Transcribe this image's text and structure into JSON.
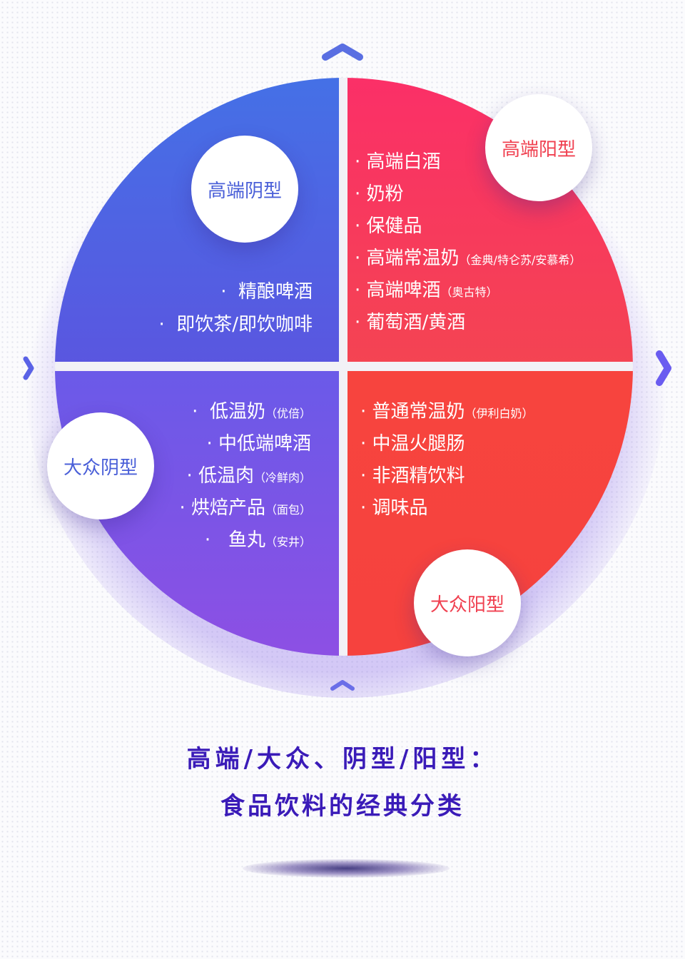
{
  "colors": {
    "top_left": "#4a68e3",
    "bottom_left": "#7a55e6",
    "top_right": "#f43c5c",
    "bottom_right": "#f84a3c",
    "caption": "#3a1bb8",
    "label_blue": "#4a5fd8",
    "label_red": "#f04050"
  },
  "quadrants": {
    "top_left": {
      "label": "高端阴型",
      "items": [
        {
          "bullet": "·",
          "text": "精酿啤酒",
          "note": ""
        },
        {
          "bullet": "·",
          "text": "即饮茶/即饮咖啡",
          "note": ""
        }
      ]
    },
    "top_right": {
      "label": "高端阳型",
      "items": [
        {
          "bullet": "·",
          "text": "高端白酒",
          "note": ""
        },
        {
          "bullet": "·",
          "text": "奶粉",
          "note": ""
        },
        {
          "bullet": "·",
          "text": "保健品",
          "note": ""
        },
        {
          "bullet": "·",
          "text": "高端常温奶",
          "note": "（金典/特仑苏/安慕希）"
        },
        {
          "bullet": "·",
          "text": "高端啤酒",
          "note": "（奥古特）"
        },
        {
          "bullet": "·",
          "text": "葡萄酒/黄酒",
          "note": ""
        }
      ]
    },
    "bottom_left": {
      "label": "大众阴型",
      "items": [
        {
          "bullet": "·",
          "text": "低温奶",
          "note": "（优倍）"
        },
        {
          "bullet": "·",
          "text": "中低端啤酒",
          "note": ""
        },
        {
          "bullet": "·",
          "text": "低温肉",
          "note": "（冷鲜肉）"
        },
        {
          "bullet": "·",
          "text": "烘焙产品",
          "note": "（面包）"
        },
        {
          "bullet": "·",
          "text": "鱼丸",
          "note": "（安井）"
        }
      ]
    },
    "bottom_right": {
      "label": "大众阳型",
      "items": [
        {
          "bullet": "·",
          "text": "普通常温奶",
          "note": "（伊利白奶）"
        },
        {
          "bullet": "·",
          "text": "中温火腿肠",
          "note": ""
        },
        {
          "bullet": "·",
          "text": "非酒精饮料",
          "note": ""
        },
        {
          "bullet": "·",
          "text": "调味品",
          "note": ""
        }
      ]
    }
  },
  "arrows": [
    "chevron-up-icon",
    "chevron-right-icon",
    "chevron-left-icon",
    "chevron-up-small-icon"
  ],
  "caption": {
    "line1": "高端/大众、阴型/阳型：",
    "line2": "食品饮料的经典分类"
  }
}
